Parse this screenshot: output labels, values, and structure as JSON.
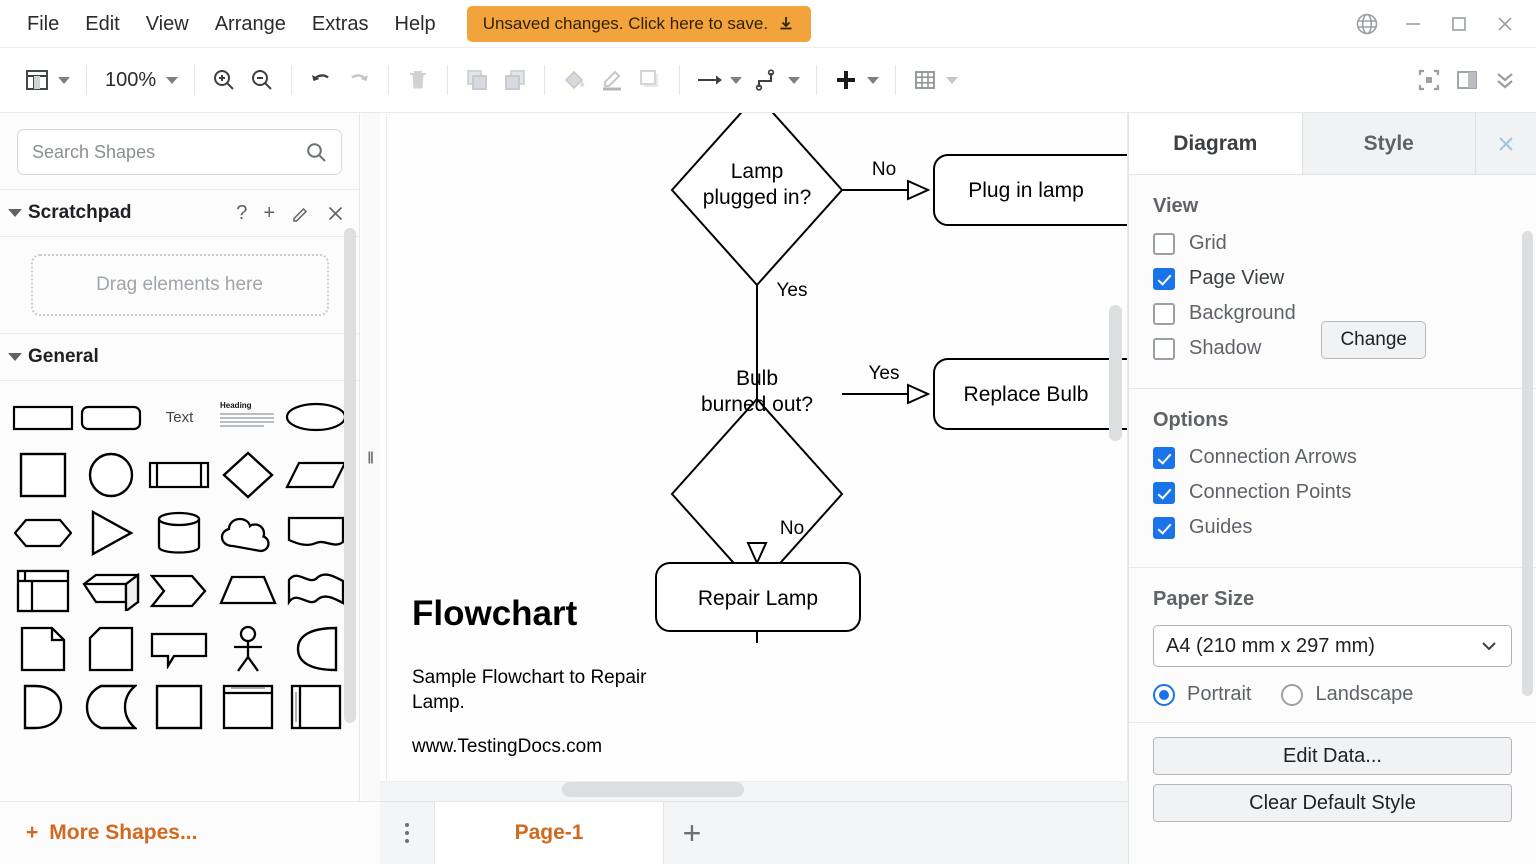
{
  "app": {
    "menu": [
      "File",
      "Edit",
      "View",
      "Arrange",
      "Extras",
      "Help"
    ],
    "save_banner": "Unsaved changes. Click here to save.",
    "window_controls": [
      "globe-icon",
      "minimize-icon",
      "maximize-icon",
      "close-icon"
    ]
  },
  "toolbar": {
    "zoom_level": "100%",
    "buttons": [
      "view-layout-icon",
      "zoom-in-icon",
      "zoom-out-icon",
      "undo-icon",
      "redo-icon",
      "delete-icon",
      "to-front-icon",
      "to-back-icon",
      "fill-color-icon",
      "line-color-icon",
      "shadow-icon",
      "arrow-style-icon",
      "waypoints-icon",
      "insert-icon",
      "table-icon",
      "fit-page-icon",
      "format-panel-icon",
      "expand-icon"
    ]
  },
  "sidebar": {
    "search": {
      "placeholder": "Search Shapes",
      "value": ""
    },
    "scratchpad": {
      "title": "Scratchpad",
      "drop_hint": "Drag elements here",
      "actions": [
        "help-icon",
        "add-icon",
        "edit-icon",
        "close-icon"
      ]
    },
    "general": {
      "title": "General",
      "shapes": [
        "rectangle",
        "rounded-rectangle",
        "text",
        "textbox-heading",
        "ellipse",
        "square",
        "circle",
        "process",
        "diamond",
        "parallelogram",
        "hexagon",
        "triangle",
        "cylinder",
        "cloud",
        "document",
        "table",
        "cube",
        "arrow-pentagon",
        "trapezoid",
        "tape",
        "note-page",
        "note-corner",
        "callout",
        "actor",
        "half-circle",
        "d-shape",
        "delay-reverse",
        "square-plain",
        "internal-storage",
        "process-bars"
      ]
    },
    "more_shapes": "More Shapes..."
  },
  "pagebar": {
    "menu_icon": "kebab-menu-icon",
    "page_tab": "Page-1",
    "add_page": "+"
  },
  "format_panel": {
    "tabs": [
      {
        "label": "Diagram",
        "active": true
      },
      {
        "label": "Style",
        "active": false
      }
    ],
    "close_icon": "close-icon",
    "view": {
      "title": "View",
      "items": [
        {
          "label": "Grid",
          "checked": false
        },
        {
          "label": "Page View",
          "checked": true
        },
        {
          "label": "Background",
          "checked": false
        },
        {
          "label": "Shadow",
          "checked": false
        }
      ],
      "change_button": "Change"
    },
    "options": {
      "title": "Options",
      "items": [
        {
          "label": "Connection Arrows",
          "checked": true
        },
        {
          "label": "Connection Points",
          "checked": true
        },
        {
          "label": "Guides",
          "checked": true
        }
      ]
    },
    "paper": {
      "title": "Paper Size",
      "selected": "A4 (210 mm x 297 mm)",
      "orientation": [
        {
          "label": "Portrait",
          "selected": true
        },
        {
          "label": "Landscape",
          "selected": false
        }
      ]
    },
    "buttons": [
      "Edit Data...",
      "Clear Default Style"
    ]
  },
  "canvas": {
    "title": "Flowchart",
    "description": "Sample Flowchart to Repair Lamp.",
    "url": "www.TestingDocs.com",
    "nodes": [
      {
        "id": "n1",
        "label": "Lamp plugged in?",
        "shape": "diamond"
      },
      {
        "id": "n2",
        "label": "Plug in lamp",
        "shape": "rounded-rect"
      },
      {
        "id": "n3",
        "label": "Bulb burned out?",
        "shape": "diamond"
      },
      {
        "id": "n4",
        "label": "Replace Bulb",
        "shape": "rounded-rect"
      },
      {
        "id": "n5",
        "label": "Repair Lamp",
        "shape": "rounded-rect"
      }
    ],
    "edges": [
      {
        "from": "n1",
        "to": "n2",
        "label": "No"
      },
      {
        "from": "n1",
        "to": "n3",
        "label": "Yes"
      },
      {
        "from": "n3",
        "to": "n4",
        "label": "Yes"
      },
      {
        "from": "n3",
        "to": "n5",
        "label": "No"
      }
    ]
  },
  "colors": {
    "accent_orange": "#d2691e",
    "banner_orange": "#f2a33c",
    "checkbox_blue": "#1a73e8"
  }
}
